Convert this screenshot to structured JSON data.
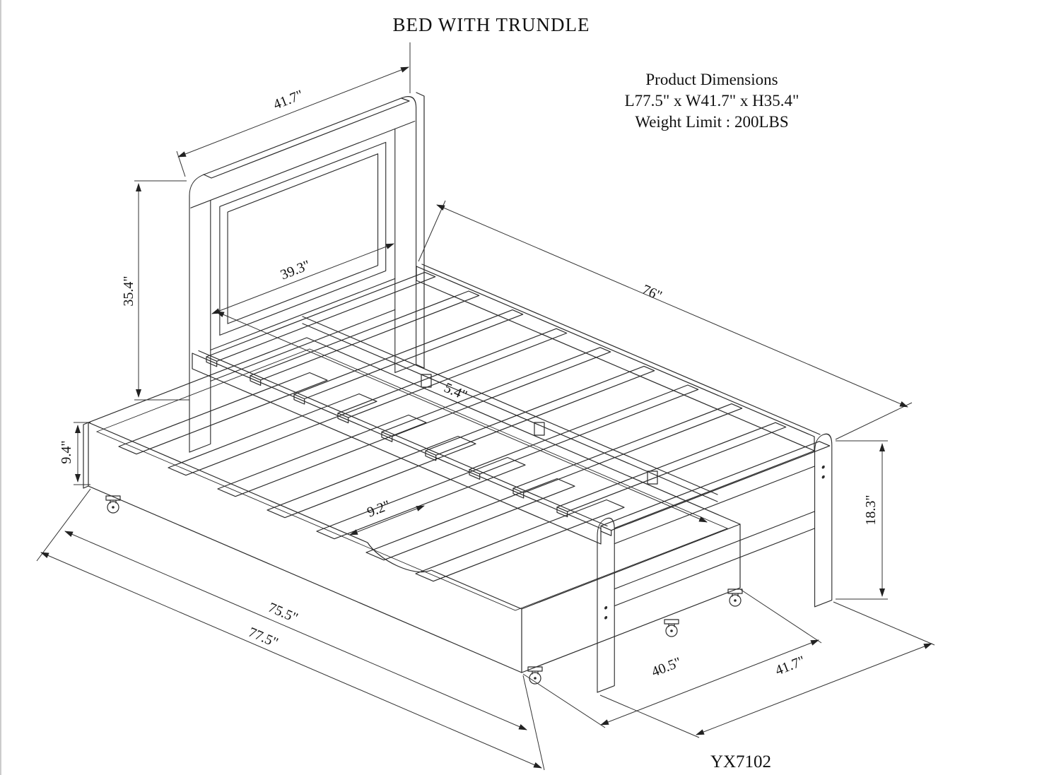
{
  "title": "BED WITH TRUNDLE",
  "product_info": {
    "heading": "Product Dimensions",
    "size": "L77.5\" x W41.7\" x H35.4\"",
    "weight": "Weight Limit : 200LBS"
  },
  "model_number": "YX7102",
  "dimensions": {
    "headboard_width": "41.7\"",
    "headboard_height": "35.4\"",
    "headboard_inner_width": "39.3\"",
    "bed_length": "76\"",
    "frame_inner_length": "5.4\"",
    "trundle_front_height": "9.4\"",
    "trundle_board_gap": "9.2\"",
    "trundle_length": "75.5\"",
    "overall_length": "77.5\"",
    "trundle_width": "40.5\"",
    "bed_width": "41.7\""
  }
}
